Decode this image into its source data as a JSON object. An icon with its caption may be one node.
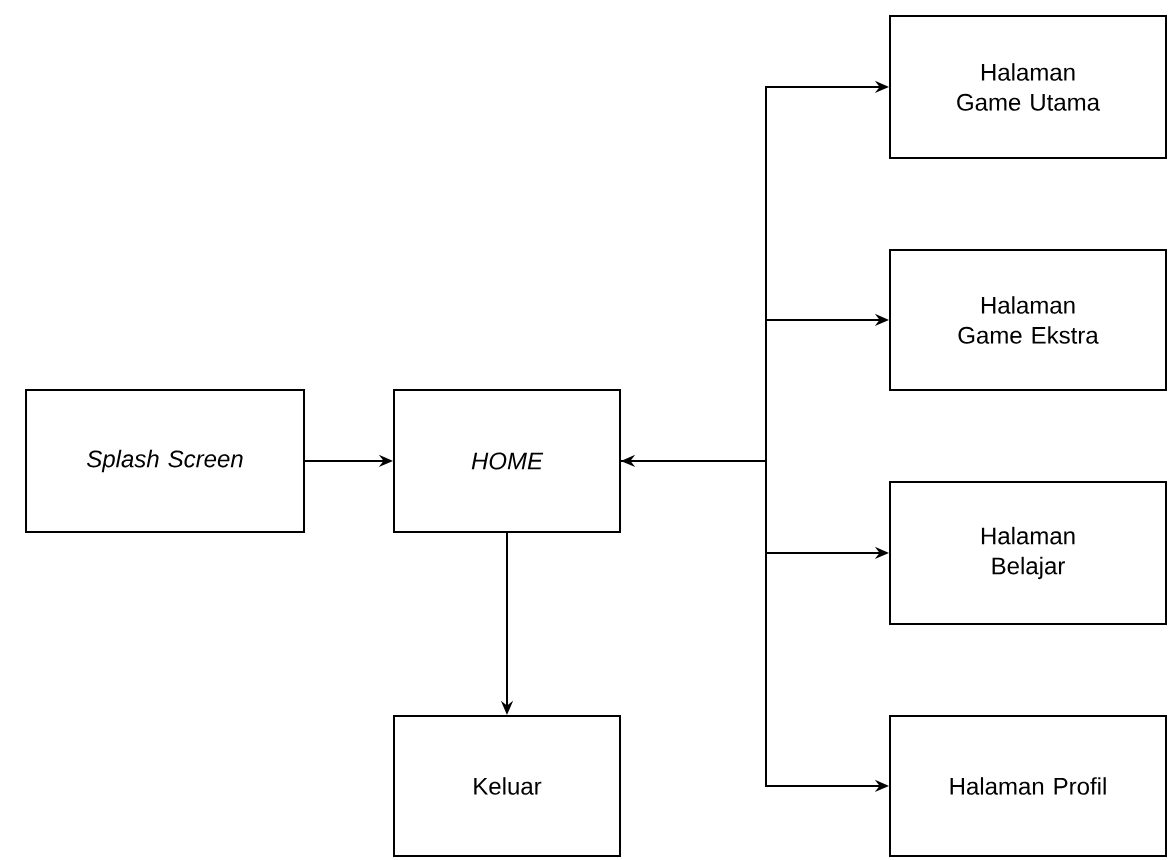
{
  "diagram": {
    "nodes": [
      {
        "text": [
          "Splash Screen"
        ]
      },
      {
        "text": [
          "HOME"
        ]
      },
      {
        "text": [
          "Keluar"
        ]
      },
      {
        "text": [
          "Halaman Game Utama"
        ]
      },
      {
        "text": [
          "Halaman Game Ekstra"
        ]
      },
      {
        "text": [
          "Halaman Belajar"
        ]
      },
      {
        "text": [
          "Halaman Profil"
        ]
      }
    ],
    "edges": [
      {
        "from": 0,
        "to": 1,
        "arrow": "to"
      },
      {
        "from": 1,
        "to": 2,
        "arrow": "to"
      },
      {
        "from": 1,
        "to": 3,
        "arrow": "both"
      },
      {
        "from": 1,
        "to": 4,
        "arrow": "to"
      },
      {
        "from": 1,
        "to": 5,
        "arrow": "to"
      },
      {
        "from": 1,
        "to": 6,
        "arrow": "to"
      }
    ]
  }
}
